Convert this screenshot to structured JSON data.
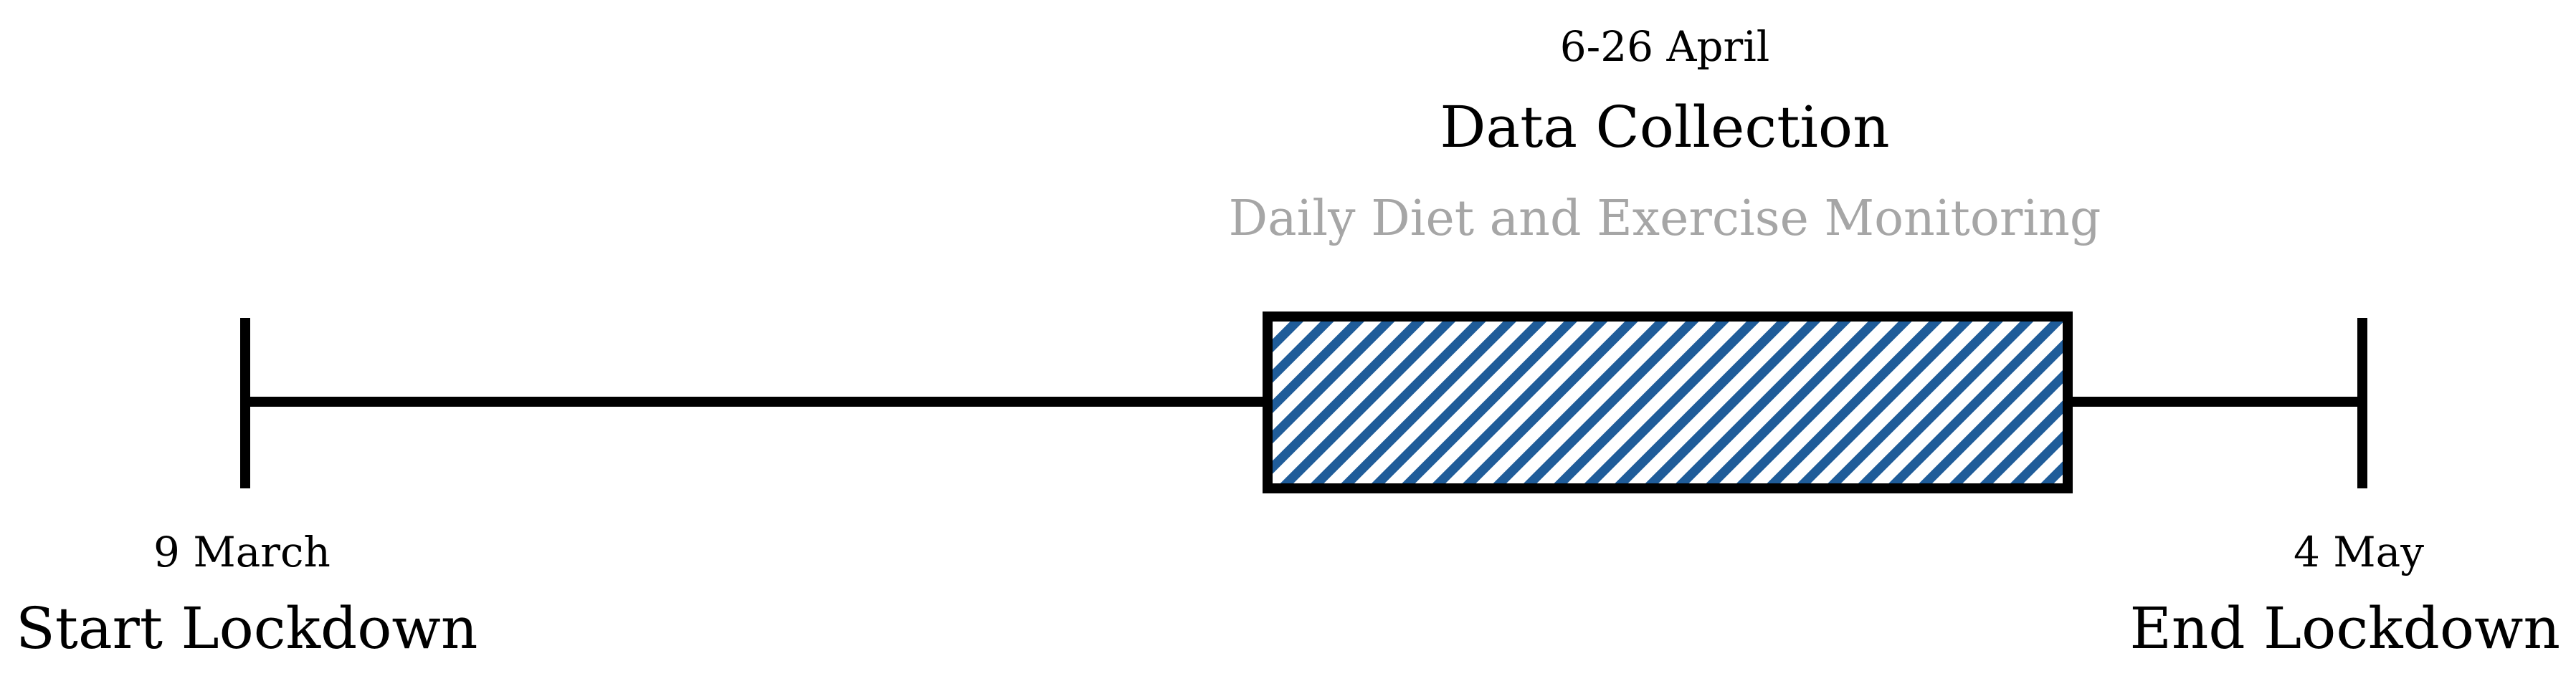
{
  "timeline": {
    "start": {
      "date": "9 March",
      "label": "Start Lockdown"
    },
    "end": {
      "date": "4 May",
      "label": "End Lockdown"
    },
    "period": {
      "dates": "6-26 April",
      "title": "Data Collection",
      "activity": "Daily Diet and Exercise Monitoring"
    }
  },
  "colors": {
    "line": "#000000",
    "hatch": "#1f5c99",
    "activity_text": "#a6a6a6"
  }
}
